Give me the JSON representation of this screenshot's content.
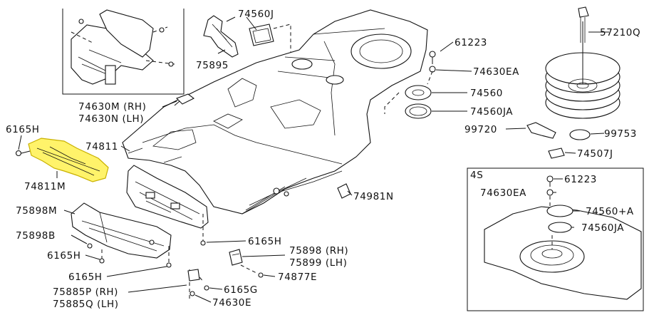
{
  "colors": {
    "highlight": "#fff36a",
    "ink": "#111111",
    "background": "#ffffff"
  },
  "labels": {
    "p74560J": "74560J",
    "p61223_top": "61223",
    "p57210Q": "57210Q",
    "p75895": "75895",
    "p74630EA_top": "74630EA",
    "p74560_top": "74560",
    "p74630M": "74630M (RH)",
    "p74630N": "74630N (LH)",
    "p74560JA_top": "74560JA",
    "p6165H_left": "6165H",
    "p99720": "99720",
    "p99753": "99753",
    "p74811": "74811",
    "p74507J": "74507J",
    "p74811M": "74811M",
    "p4S": "4S",
    "p61223_inset": "61223",
    "p74630EA_inset": "74630EA",
    "p74981N": "74981N",
    "p75898M": "75898M",
    "p74560plusA": "74560+A",
    "p75898B": "75898B",
    "p74560JA_inset": "74560JA",
    "p6165H_mid": "6165H",
    "p75898RH": "75898 (RH)",
    "p75899LH": "75899 (LH)",
    "p6165H_lowleft": "6165H",
    "p6165H_bottom": "6165H",
    "p74877E": "74877E",
    "p75885P": "75885P (RH)",
    "p75885Q": "75885Q (LH)",
    "p6165G": "6165G",
    "p74630E": "74630E"
  }
}
